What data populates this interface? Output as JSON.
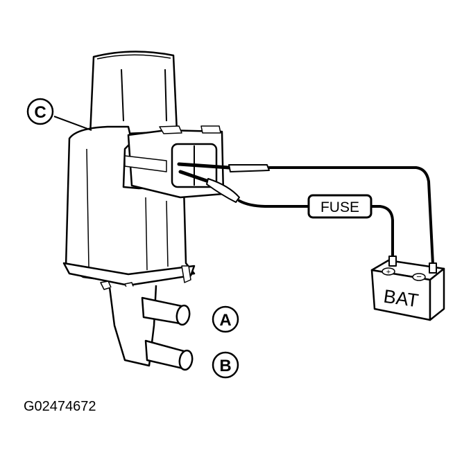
{
  "labels": {
    "port_a": "A",
    "port_b": "B",
    "valve": "C"
  },
  "fuse_label": "FUSE",
  "battery_label": "BAT",
  "battery_terminals": {
    "positive": "+",
    "negative": "−"
  },
  "figure_id": "G02474672"
}
